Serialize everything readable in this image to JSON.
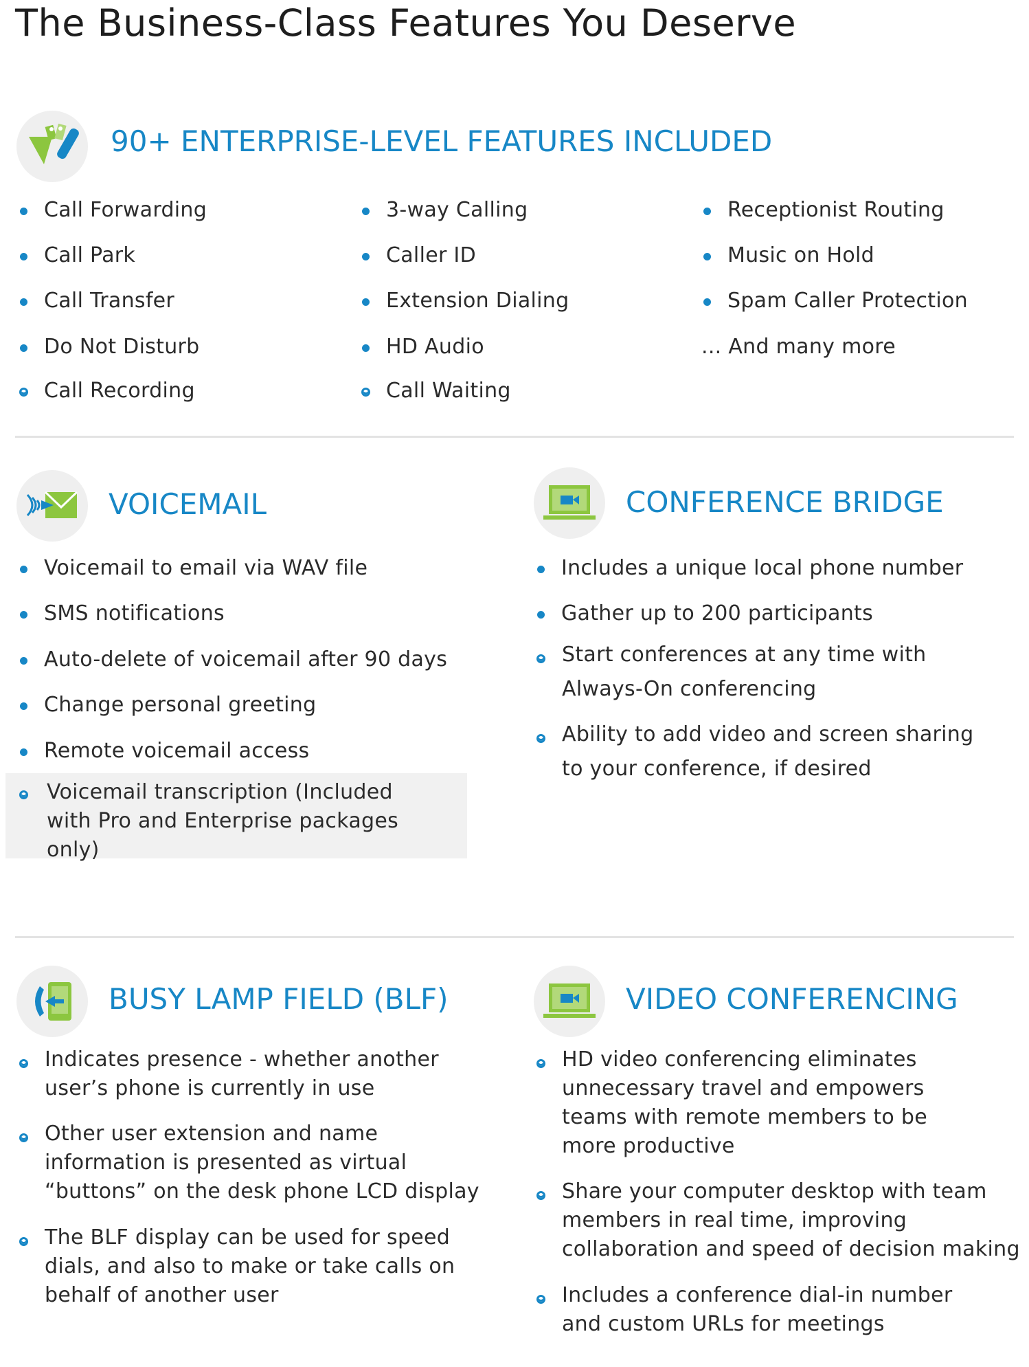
{
  "page_title": "The Business-Class Features You Deserve",
  "colors": {
    "accent": "#1787c6",
    "icon_green": "#8cc63f",
    "highlight_bg": "#f1f1f1"
  },
  "features": {
    "heading": "90+ ENTERPRISE-LEVEL FEATURES INCLUDED",
    "icon": "tag-icon",
    "col1": [
      "Call Forwarding",
      "Call Park",
      "Call Transfer",
      "Do Not Disturb",
      "Call Recording"
    ],
    "col2": [
      "3-way Calling",
      "Caller ID",
      "Extension Dialing",
      "HD Audio",
      "Call Waiting"
    ],
    "col3": [
      "Receptionist Routing",
      "Music on Hold",
      "Spam Caller Protection"
    ],
    "more": "... And many more"
  },
  "voicemail": {
    "heading": "VOICEMAIL",
    "icon": "voicemail-envelope-icon",
    "items": [
      "Voicemail to email via WAV file",
      "SMS notifications",
      "Auto-delete of voicemail after 90 days",
      "Change personal greeting",
      "Remote voicemail access"
    ],
    "highlighted_item_lines": [
      "Voicemail transcription (Included",
      "with Pro and Enterprise packages",
      "only)"
    ]
  },
  "conference_bridge": {
    "heading": "CONFERENCE BRIDGE",
    "icon": "laptop-video-icon",
    "items": [
      [
        "Includes a unique local phone number"
      ],
      [
        "Gather up to 200 participants"
      ],
      [
        "Start conferences at any time with",
        "Always-On conferencing"
      ],
      [
        "Ability to add video and screen sharing",
        "to your conference, if desired"
      ]
    ]
  },
  "blf": {
    "heading": "BUSY LAMP FIELD (BLF)",
    "icon": "phone-transfer-icon",
    "items": [
      [
        "Indicates presence - whether another",
        "user’s phone is currently in use"
      ],
      [
        "Other user extension and name",
        "information is presented as virtual",
        "“buttons” on the desk phone LCD display"
      ],
      [
        "The BLF display can be used for speed",
        "dials, and also to make or take calls on",
        "behalf of another user"
      ]
    ]
  },
  "video_conferencing": {
    "heading": "VIDEO CONFERENCING",
    "icon": "laptop-video-icon",
    "items": [
      [
        "HD video conferencing eliminates",
        "unnecessary travel and empowers",
        "teams with remote members to be",
        "more productive"
      ],
      [
        "Share your computer desktop with team",
        "members in real time, improving",
        "collaboration and speed of decision making"
      ],
      [
        "Includes a conference dial-in number",
        "and custom URLs for meetings"
      ]
    ]
  }
}
